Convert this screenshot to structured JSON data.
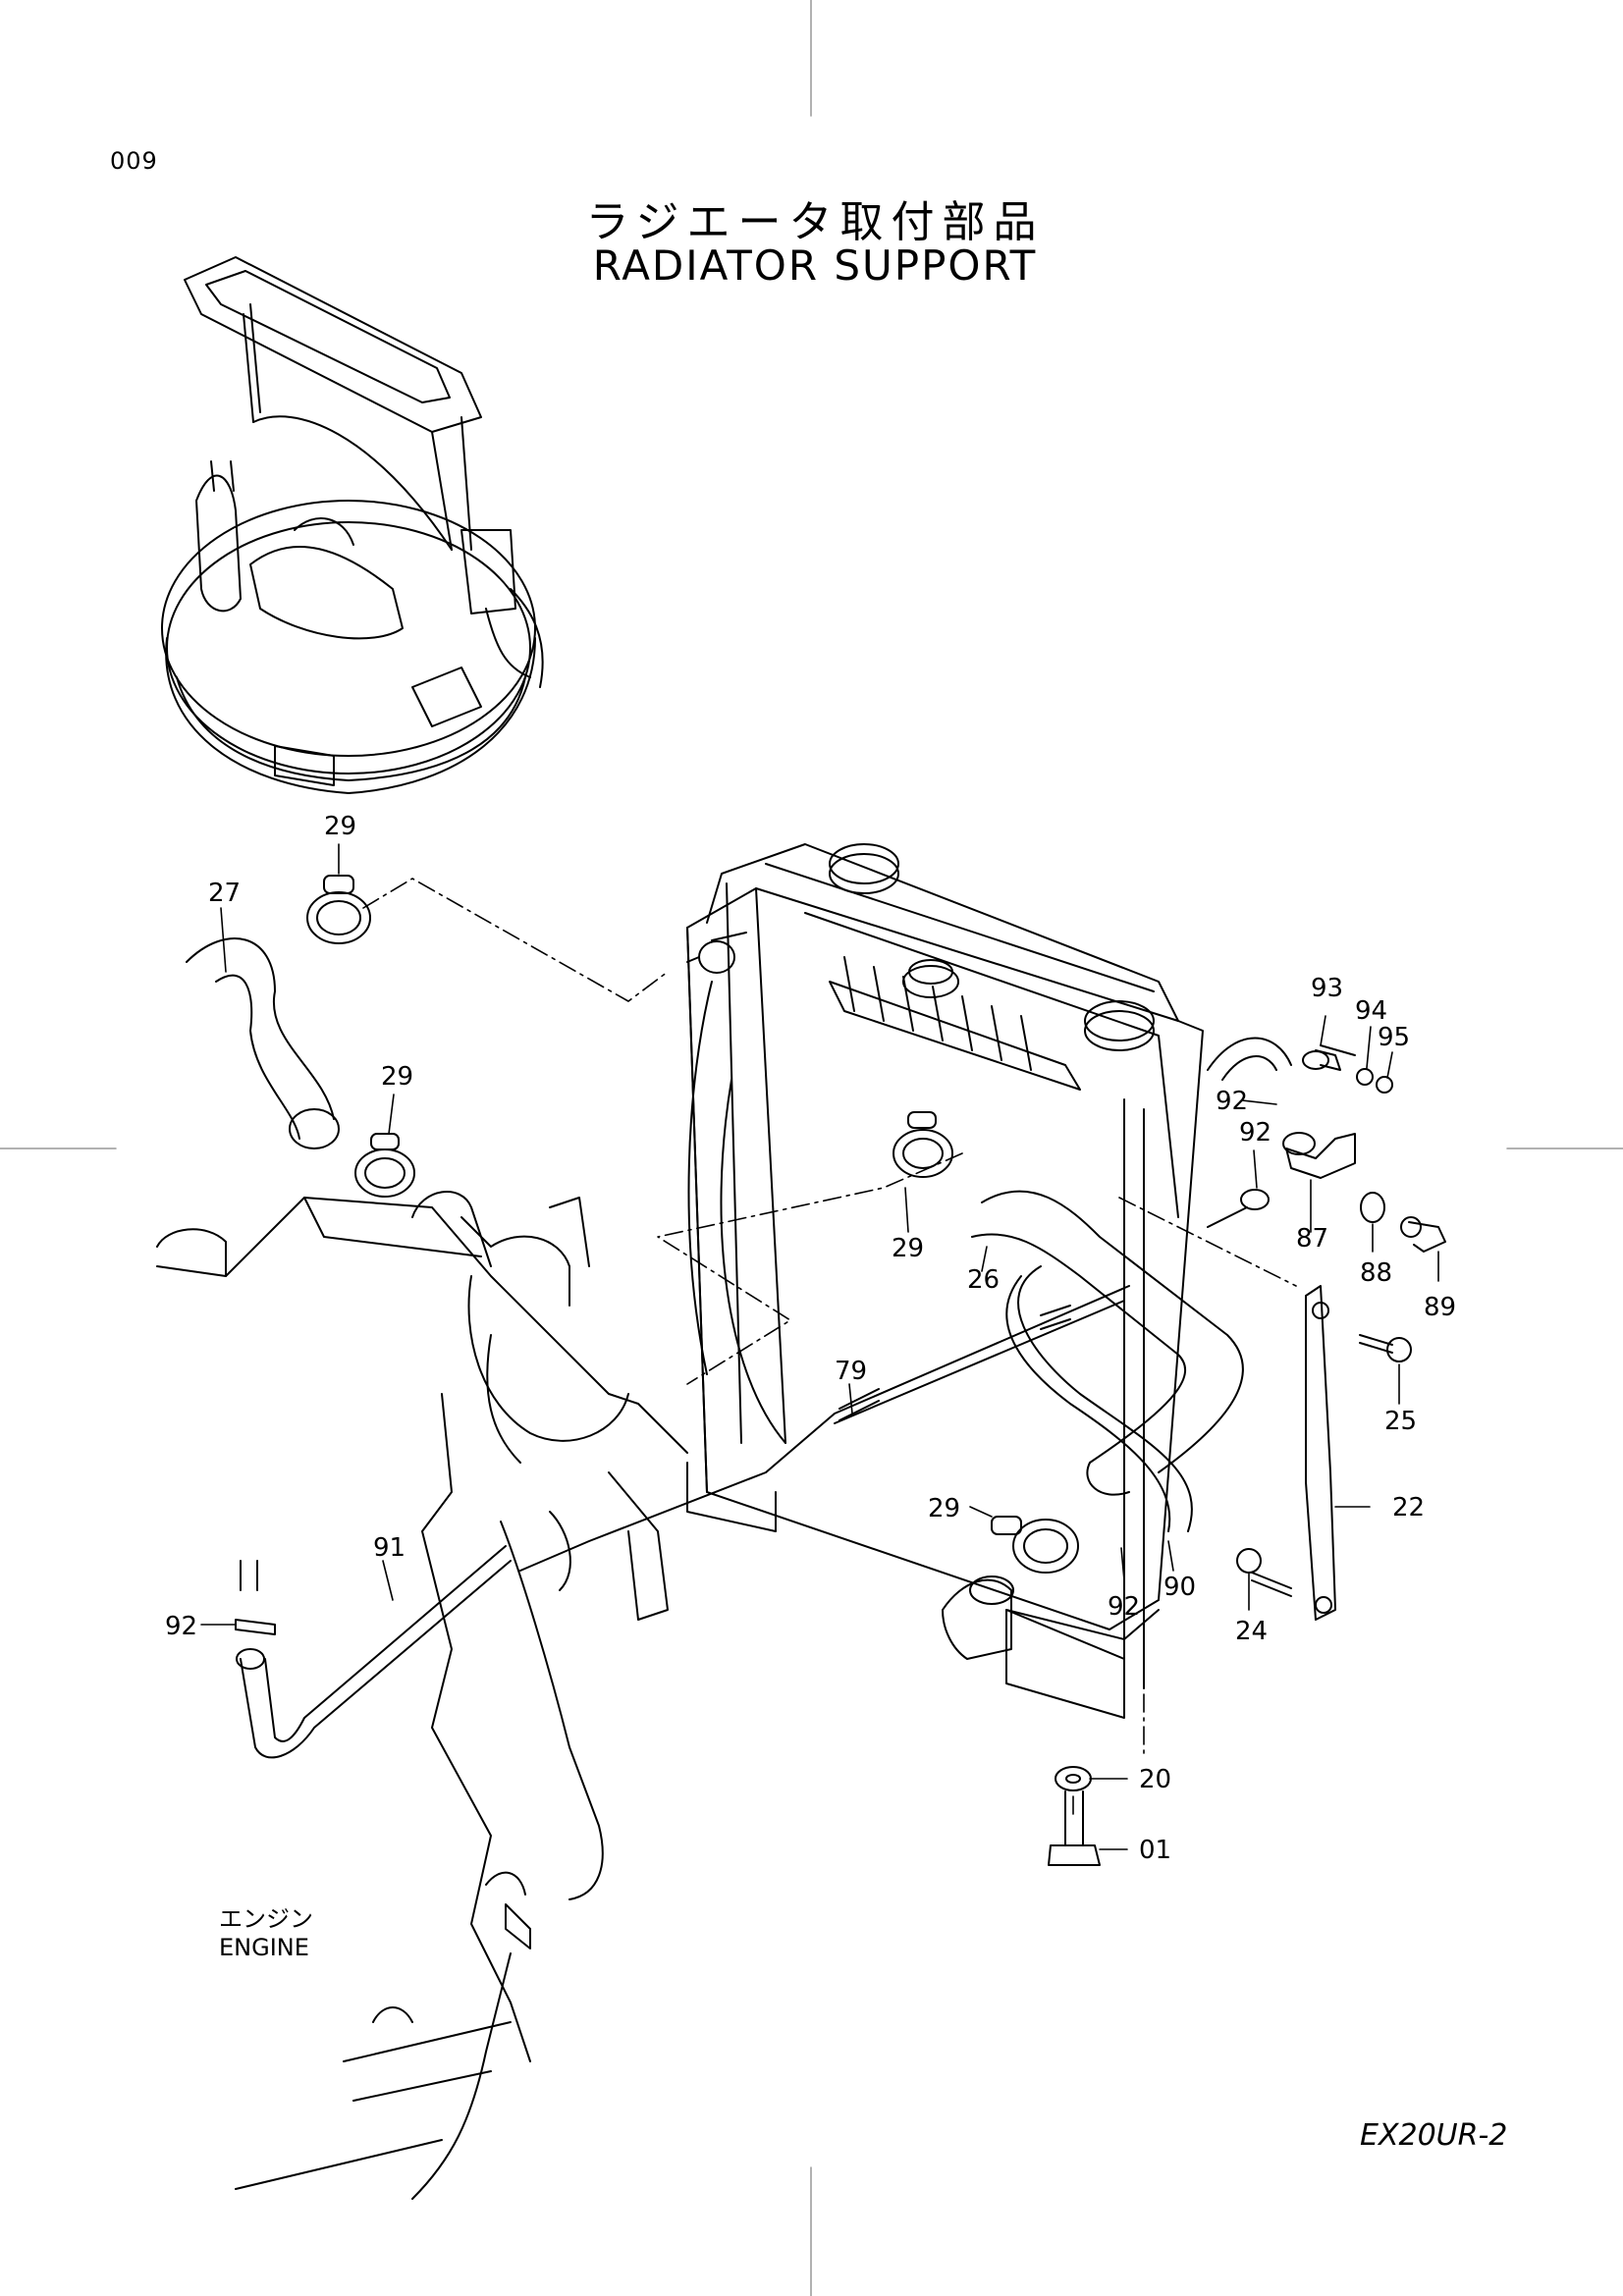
{
  "page_code": "009",
  "title_jp": "ラジエータ取付部品",
  "title_en": "RADIATOR SUPPORT",
  "engine_label_jp": "エンジン",
  "engine_label_en": "ENGINE",
  "model": "EX20UR-2",
  "part_labels": [
    {
      "id": "p29a",
      "text": "29"
    },
    {
      "id": "p27",
      "text": "27"
    },
    {
      "id": "p29b",
      "text": "29"
    },
    {
      "id": "p29c",
      "text": "29"
    },
    {
      "id": "p26",
      "text": "26"
    },
    {
      "id": "p79",
      "text": "79"
    },
    {
      "id": "p91",
      "text": "91"
    },
    {
      "id": "p92a",
      "text": "92"
    },
    {
      "id": "p29d",
      "text": "29"
    },
    {
      "id": "p92b",
      "text": "92"
    },
    {
      "id": "p90",
      "text": "90"
    },
    {
      "id": "p20",
      "text": "20"
    },
    {
      "id": "p01",
      "text": "01"
    },
    {
      "id": "p93",
      "text": "93"
    },
    {
      "id": "p94",
      "text": "94"
    },
    {
      "id": "p95",
      "text": "95"
    },
    {
      "id": "p92c",
      "text": "92"
    },
    {
      "id": "p92d",
      "text": "92"
    },
    {
      "id": "p87",
      "text": "87"
    },
    {
      "id": "p88",
      "text": "88"
    },
    {
      "id": "p89",
      "text": "89"
    },
    {
      "id": "p25",
      "text": "25"
    },
    {
      "id": "p22",
      "text": "22"
    },
    {
      "id": "p24",
      "text": "24"
    }
  ]
}
